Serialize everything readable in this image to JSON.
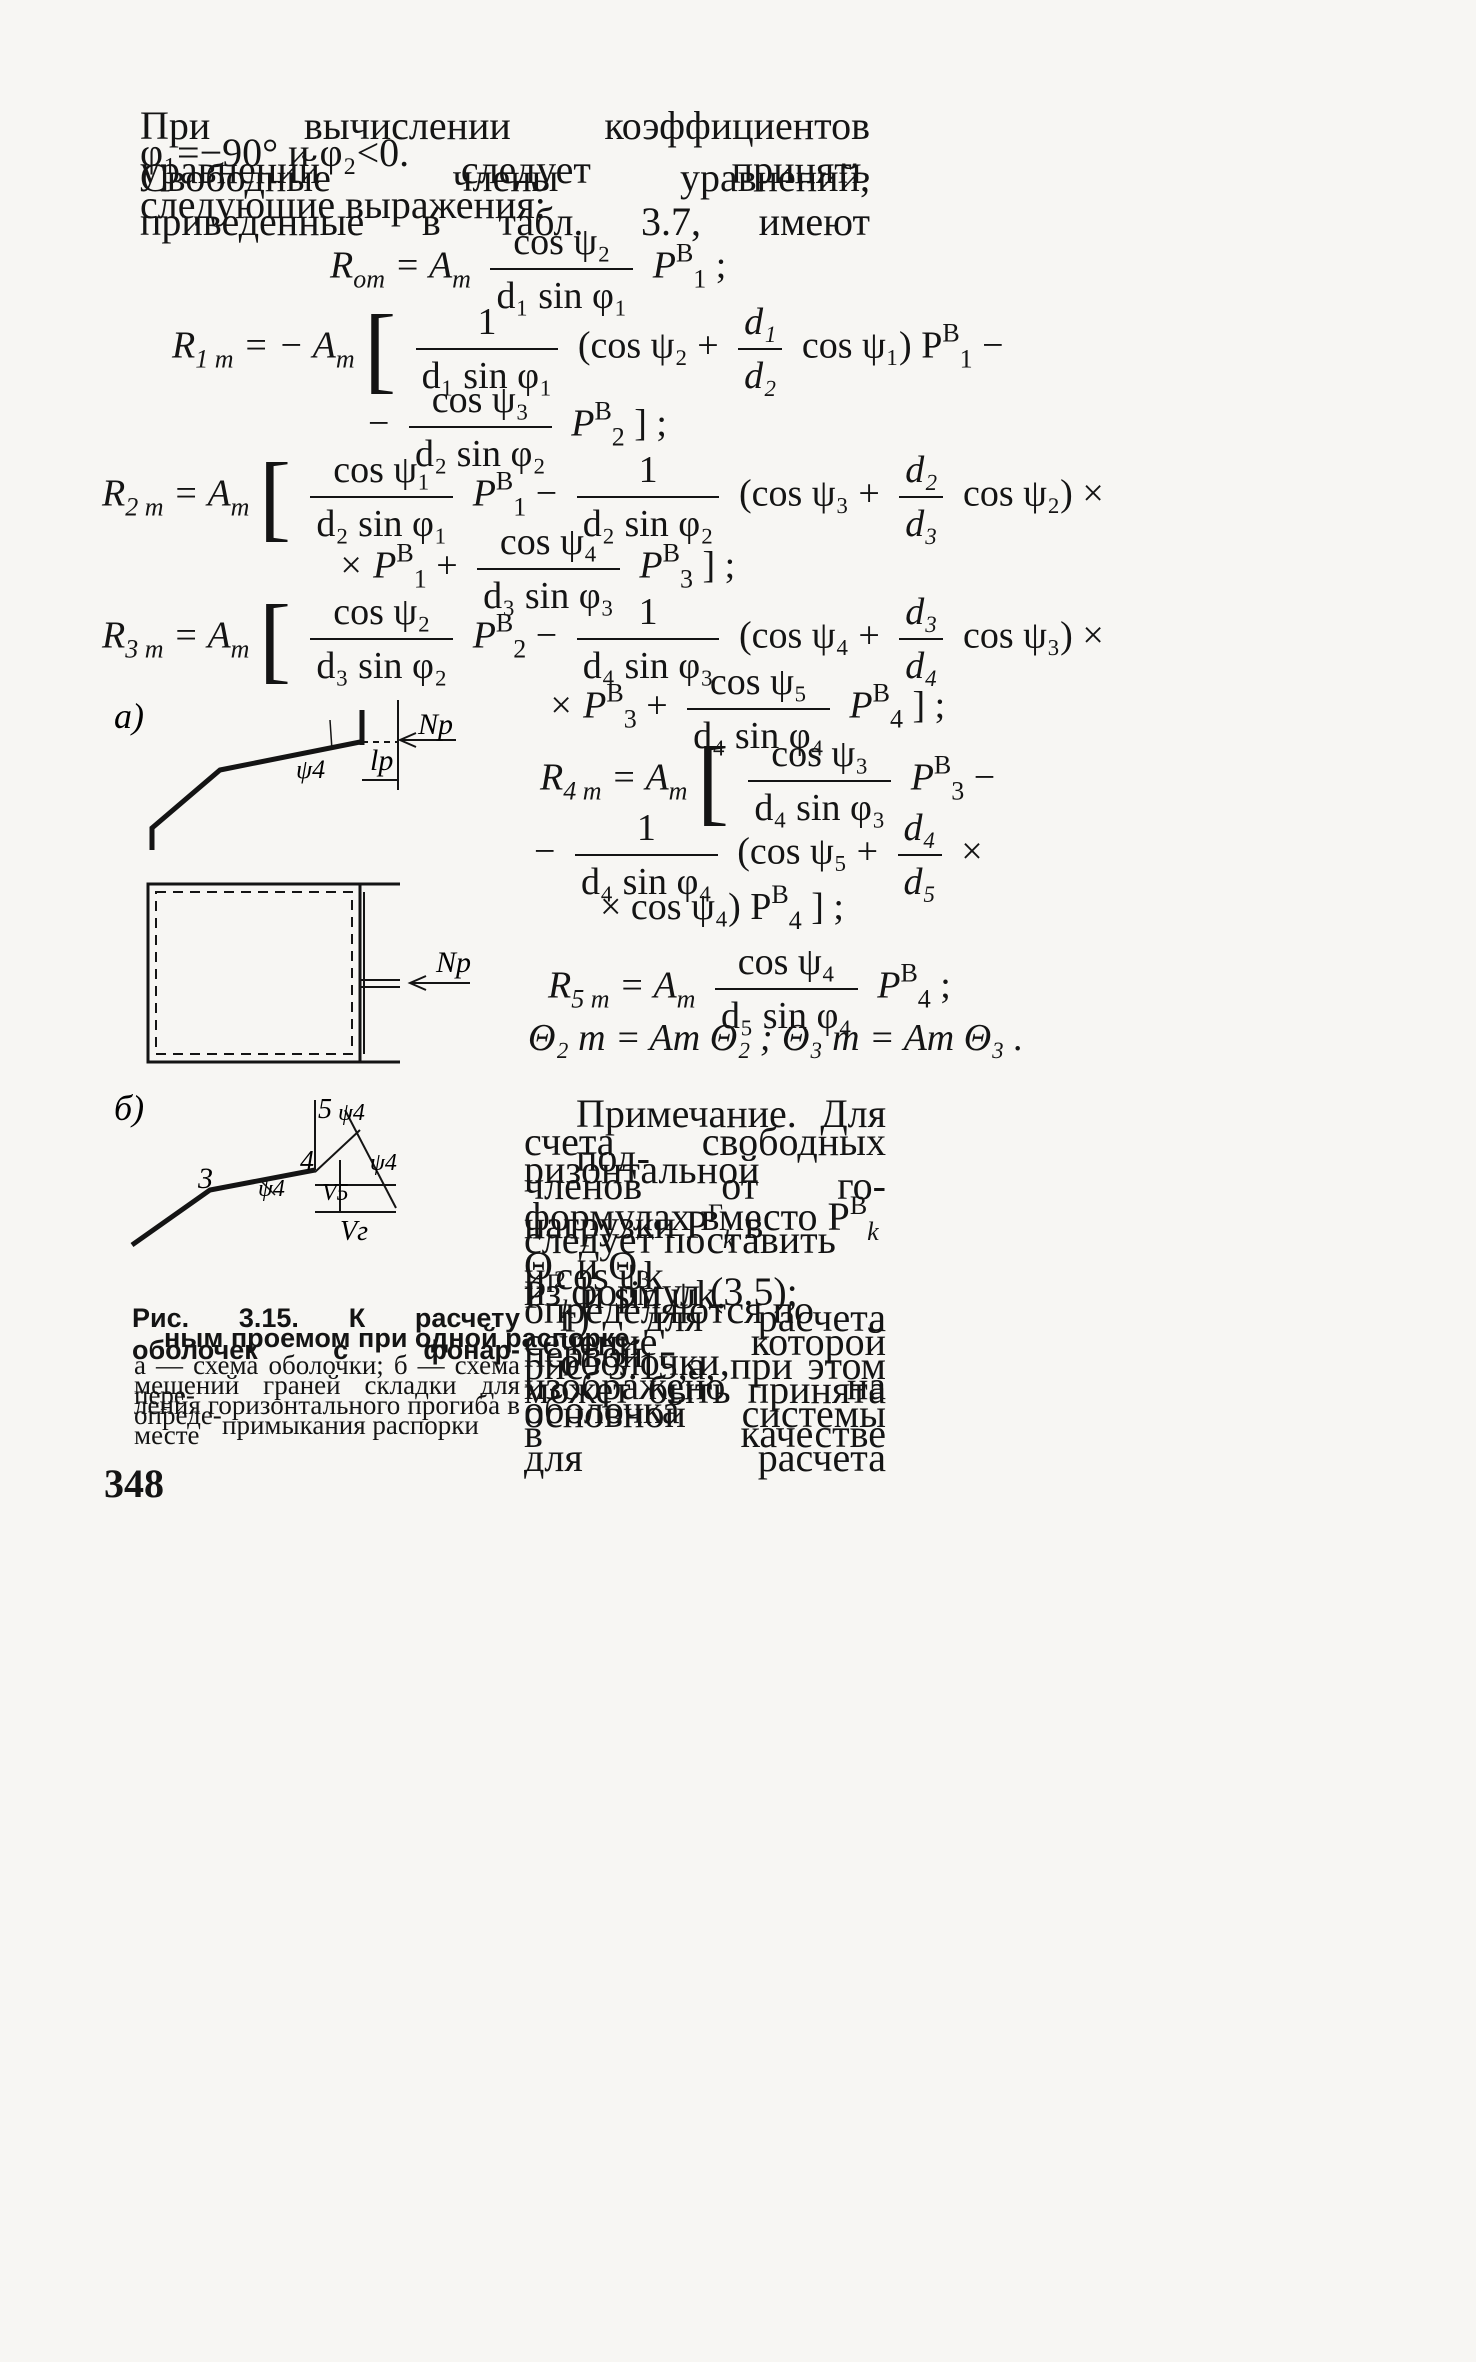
{
  "intro": {
    "line1": "При вычислении коэффициентов уравнений следует принять",
    "line2": "φ₁=−90° и φ₂<0.",
    "line3": "Свободные члены уравнений, приведенные в табл. 3.7, имеют",
    "line4": "следующие выражения:"
  },
  "formulas": {
    "r0": {
      "lhs": "R",
      "lhs_sub": "om",
      "eq": "= A",
      "eq_sub": "m",
      "num": "cos ψ₂",
      "den": "d₁ sin φ₁",
      "tail": "P",
      "tail_sup": "В",
      "tail_sub": "1",
      "end": ";"
    },
    "r1a": {
      "lhs": "R",
      "lhs_sub": "1 m",
      "eq": "= − A",
      "eq_sub": "m",
      "n1": "1",
      "d1": "d₁ sin φ₁",
      "open": "(cos ψ₂ +",
      "n2": "d₁",
      "d2": "d₂",
      "close": "cos ψ₁) P",
      "sup": "В",
      "sub": "1",
      "end": "−"
    },
    "r1b": {
      "minus": "−",
      "num": "cos ψ₃",
      "den": "d₂ sin φ₂",
      "tail": "P",
      "tail_sup": "В",
      "tail_sub": "2",
      "end": "] ;"
    },
    "r2a": {
      "lhs": "R",
      "lhs_sub": "2 m",
      "eq": "= A",
      "eq_sub": "m",
      "n1": "cos ψ₁",
      "d1": "d₂ sin φ₁",
      "mid": "P",
      "mid_sup": "В",
      "mid_sub": "1",
      "minus": "−",
      "n2": "1",
      "d2": "d₂ sin φ₂",
      "open": "(cos ψ₃ +",
      "n3": "d₂",
      "d3": "d₃",
      "close": "cos ψ₂) ×"
    },
    "r2b": {
      "lead": "× P",
      "lead_sup": "В",
      "lead_sub": "1",
      "plus": "+",
      "num": "cos ψ₄",
      "den": "d₃ sin φ₃",
      "tail": "P",
      "tail_sup": "В",
      "tail_sub": "3",
      "end": "] ;"
    },
    "r3a": {
      "lhs": "R",
      "lhs_sub": "3 m",
      "eq": "= A",
      "eq_sub": "m",
      "n1": "cos ψ₂",
      "d1": "d₃ sin φ₂",
      "mid": "P",
      "mid_sup": "В",
      "mid_sub": "2",
      "minus": "−",
      "n2": "1",
      "d2": "d₄ sin φ₃",
      "open": "(cos ψ₄ +",
      "n3": "d₃",
      "d3": "d₄",
      "close": "cos ψ₃) ×"
    },
    "r3b": {
      "lead": "× P",
      "lead_sup": "В",
      "lead_sub": "3",
      "plus": "+",
      "num": "cos ψ₅",
      "den": "d₄ sin φ₄",
      "tail": "P",
      "tail_sup": "В",
      "tail_sub": "4",
      "end": "] ;"
    },
    "r4a": {
      "lhs": "R",
      "lhs_sub": "4 m",
      "eq": "= A",
      "eq_sub": "m",
      "num": "cos ψ₃",
      "den": "d₄ sin φ₃",
      "tail": "P",
      "tail_sup": "В",
      "tail_sub": "3",
      "end": "−"
    },
    "r4b": {
      "minus": "−",
      "n1": "1",
      "d1": "d₄ sin φ₄",
      "open": "(cos ψ₅ +",
      "n2": "d₄",
      "d2": "d₅",
      "end": "×"
    },
    "r4c": {
      "lead": "× cos ψ₄) P",
      "sup": "В",
      "sub": "4",
      "end": "] ;"
    },
    "r5": {
      "lhs": "R",
      "lhs_sub": "5 m",
      "eq": "= A",
      "eq_sub": "m",
      "num": "cos ψ₄",
      "den": "d₅ sin φ₄",
      "tail": "P",
      "tail_sup": "В",
      "tail_sub": "4",
      "end": ";"
    },
    "theta": "Θ₂ m = Am Θ₂ ;   Θ₃ m = Am Θ₃ ."
  },
  "figure": {
    "label_a": "а)",
    "label_b": "б)",
    "np_top": "Np",
    "lp": "lp",
    "psi4": "ψ4",
    "np_mid": "Np",
    "b_5": "5",
    "b_psi4_top": "ψ4",
    "b_4": "4",
    "b_psi4_right": "ψ4",
    "b_3": "3",
    "b_psi4_left": "ψ4",
    "b_v5": "V5",
    "b_vg": "Vг"
  },
  "caption": {
    "title_line1": "Рис. 3.15. К расчету оболочек с фонар-",
    "title_line2": "ным проемом при одной распорке",
    "desc1": "а — схема оболочки; б — схема пере-",
    "desc2": "мещений граней складки для опреде-",
    "desc3": "ления горизонтального прогиба в месте",
    "desc4": "примыкания распорки"
  },
  "note": {
    "l1": "Примечание. Для под-",
    "l2": "счета свободных членов от го-",
    "l3": "ризонтальной нагрузки P",
    "l3_sup": "Г",
    "l3_sub": "k",
    "l3_end": "в",
    "l4": "формулах вместо P",
    "l4_sup": "В",
    "l4_sub": "k",
    "l4_end": "и cos ψk",
    "l5": "следует поставить P",
    "l5_sup": "Г",
    "l5_sub": "k",
    "l5_end": "и sin ψk.",
    "l6": "Θ₂ и Θ₃ определяются по первой",
    "l7": "из формул (3.5);",
    "l8": "г) для расчета оболочки,",
    "l9": "сечение которой изображено на",
    "l10": "рис. 3.15,а, при этом оболочка",
    "l11": "может быть принята в качестве",
    "l12": "основной системы для расчета"
  },
  "page_number": "348"
}
